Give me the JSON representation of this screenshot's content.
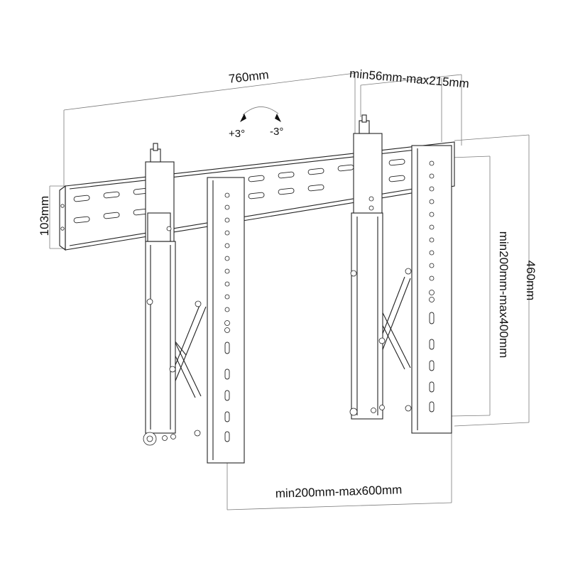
{
  "dimensions": {
    "width_total": "760mm",
    "depth_range": "min56mm-max215mm",
    "rail_height": "103mm",
    "vertical_range": "min200mm-max400mm",
    "total_height": "460mm",
    "horizontal_range": "min200mm-max600mm"
  },
  "tilt": {
    "plus": "+3°",
    "minus": "-3°"
  },
  "colors": {
    "line": "#222222",
    "dimension_line": "#7a7a7a",
    "background": "#ffffff"
  }
}
